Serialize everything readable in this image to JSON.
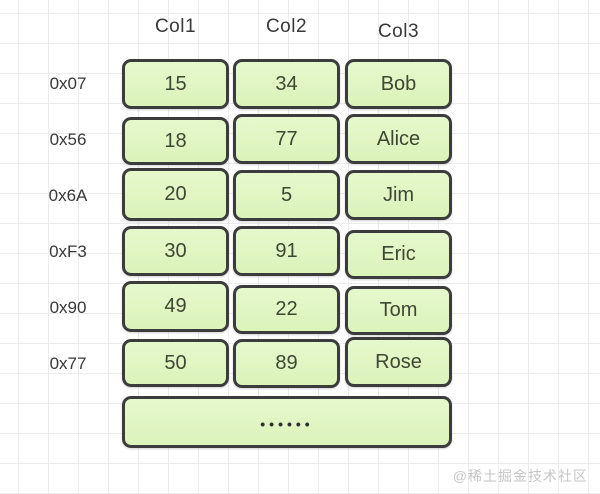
{
  "diagram": {
    "title_hint": "columnar-table-diagram",
    "columns": [
      "Col1",
      "Col2",
      "Col3"
    ],
    "rows": [
      {
        "address": "0x07",
        "values": [
          "15",
          "34",
          "Bob"
        ]
      },
      {
        "address": "0x56",
        "values": [
          "18",
          "77",
          "Alice"
        ]
      },
      {
        "address": "0x6A",
        "values": [
          "20",
          "5",
          "Jim"
        ]
      },
      {
        "address": "0xF3",
        "values": [
          "30",
          "91",
          "Eric"
        ]
      },
      {
        "address": "0x90",
        "values": [
          "49",
          "22",
          "Tom"
        ]
      },
      {
        "address": "0x77",
        "values": [
          "50",
          "89",
          "Rose"
        ]
      }
    ],
    "ellipsis": "••••••",
    "colors": {
      "cell_fill_top": "#e5f8cd",
      "cell_fill_bottom": "#dcf3ba",
      "cell_border": "#3c3c3c",
      "cell_text": "#3d4833",
      "label_text": "#383838",
      "grid_line": "#ececec",
      "background": "#ffffff",
      "watermark_text_color": "#c6c6c6"
    }
  },
  "watermark": "@稀土掘金技术社区"
}
